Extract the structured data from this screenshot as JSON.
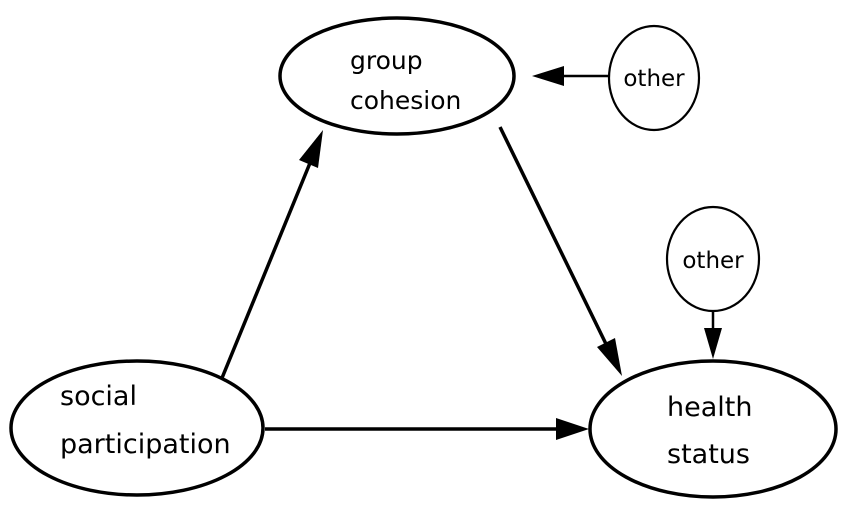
{
  "nodes": {
    "group_cohesion": {
      "lines": [
        "group",
        "cohesion"
      ]
    },
    "social_participation": {
      "lines": [
        "social",
        "participation"
      ]
    },
    "health_status": {
      "lines": [
        "health",
        "status"
      ]
    },
    "other_top": {
      "lines": [
        "other"
      ]
    },
    "other_right": {
      "lines": [
        "other"
      ]
    }
  },
  "edges": [
    {
      "from": "social_participation",
      "to": "group_cohesion"
    },
    {
      "from": "group_cohesion",
      "to": "health_status"
    },
    {
      "from": "social_participation",
      "to": "health_status"
    },
    {
      "from": "other_top",
      "to": "group_cohesion"
    },
    {
      "from": "other_right",
      "to": "health_status"
    }
  ],
  "colors": {
    "stroke": "#000000",
    "fill": "#ffffff",
    "text": "#000000"
  }
}
